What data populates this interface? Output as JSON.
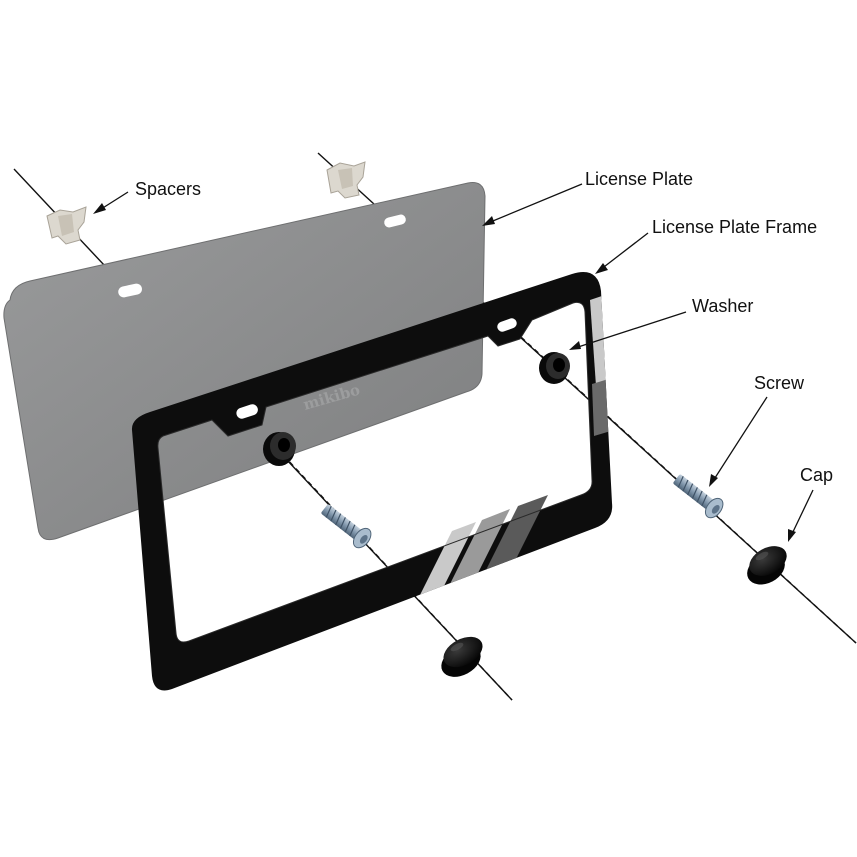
{
  "labels": {
    "spacers": "Spacers",
    "license_plate": "License Plate",
    "license_plate_frame": "License Plate Frame",
    "washer": "Washer",
    "screw": "Screw",
    "cap": "Cap"
  },
  "watermark": "mikibo",
  "colors": {
    "plate": "#8a8b8c",
    "frame": "#0d0d0d",
    "stripe_light": "#c9c9c9",
    "stripe_mid": "#9a9a9a",
    "stripe_dark": "#5a5a5a",
    "spacer": "#dcd8cf",
    "screw": "#8fa3b8",
    "leader": "#111111"
  }
}
